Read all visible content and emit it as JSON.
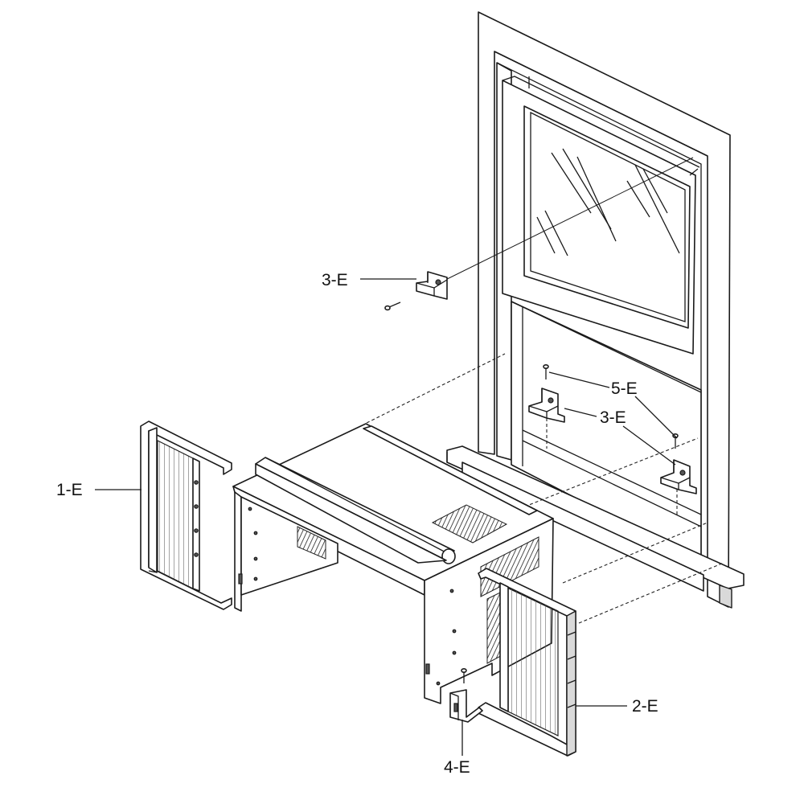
{
  "labels": {
    "part_1e": "1-E",
    "part_2e": "2-E",
    "part_3e_top": "3-E",
    "part_3e_right": "3-E",
    "part_4e": "4-E",
    "part_5e": "5-E"
  }
}
